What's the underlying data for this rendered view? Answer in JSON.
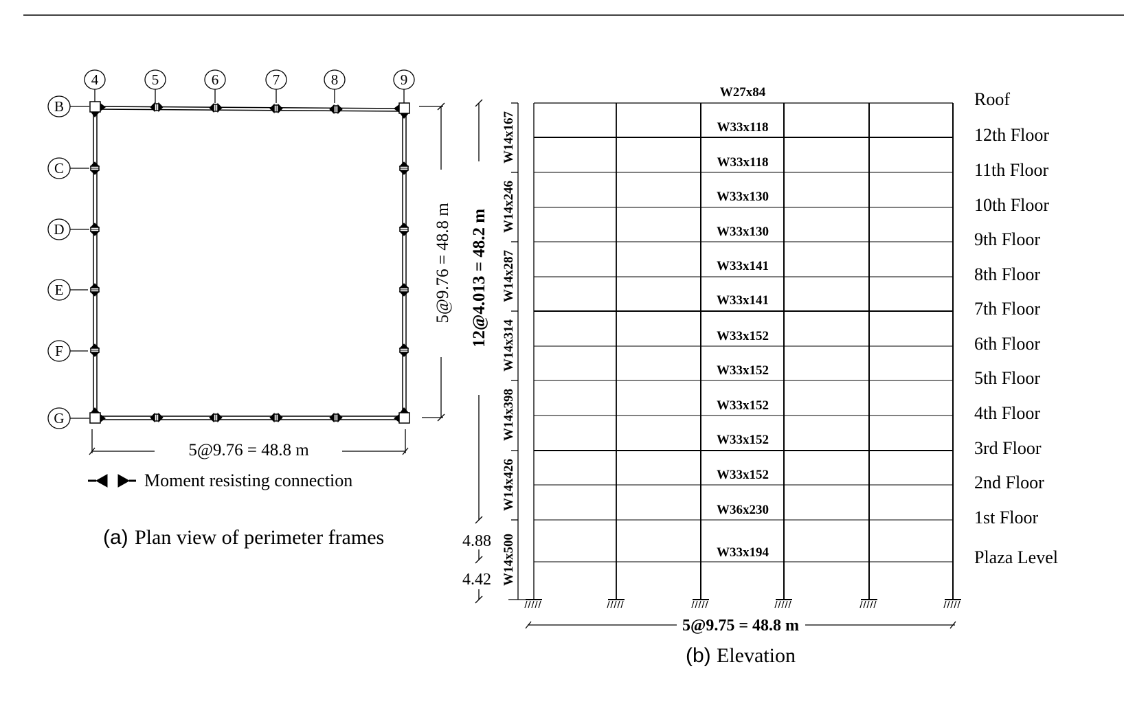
{
  "plan": {
    "caption_prefix": "(a)",
    "caption_text": "Plan view of perimeter frames",
    "column_grid": [
      "4",
      "5",
      "6",
      "7",
      "8",
      "9"
    ],
    "row_grid": [
      "B",
      "C",
      "D",
      "E",
      "F",
      "G"
    ],
    "dim_horizontal": "5@9.76 = 48.8 m",
    "dim_vertical": "5@9.76 = 48.8 m",
    "legend_label": "Moment resisting connection",
    "legend_icon": "moment-connection-symbol"
  },
  "elevation": {
    "caption_prefix": "(b)",
    "caption_text": "Elevation",
    "dim_horizontal": "5@9.75 = 48.8 m",
    "dim_vertical": "12@4.013 = 48.2 m",
    "dim_story_upper": "4.88",
    "dim_story_lower": "4.42",
    "levels": [
      {
        "label": "Roof",
        "beam": "W27x84"
      },
      {
        "label": "12th Floor",
        "beam": "W33x118"
      },
      {
        "label": "11th Floor",
        "beam": "W33x118"
      },
      {
        "label": "10th Floor",
        "beam": "W33x130"
      },
      {
        "label": "9th Floor",
        "beam": "W33x130"
      },
      {
        "label": "8th Floor",
        "beam": "W33x141"
      },
      {
        "label": "7th Floor",
        "beam": "W33x141"
      },
      {
        "label": "6th Floor",
        "beam": "W33x152"
      },
      {
        "label": "5th Floor",
        "beam": "W33x152"
      },
      {
        "label": "4th Floor",
        "beam": "W33x152"
      },
      {
        "label": "3rd Floor",
        "beam": "W33x152"
      },
      {
        "label": "2nd Floor",
        "beam": "W33x152"
      },
      {
        "label": "1st Floor",
        "beam": "W36x230"
      },
      {
        "label": "Plaza Level",
        "beam": "W33x194"
      }
    ],
    "columns": [
      "W14x167",
      "W14x246",
      "W14x287",
      "W14x314",
      "W14x398",
      "W14x426",
      "W14x500"
    ]
  }
}
